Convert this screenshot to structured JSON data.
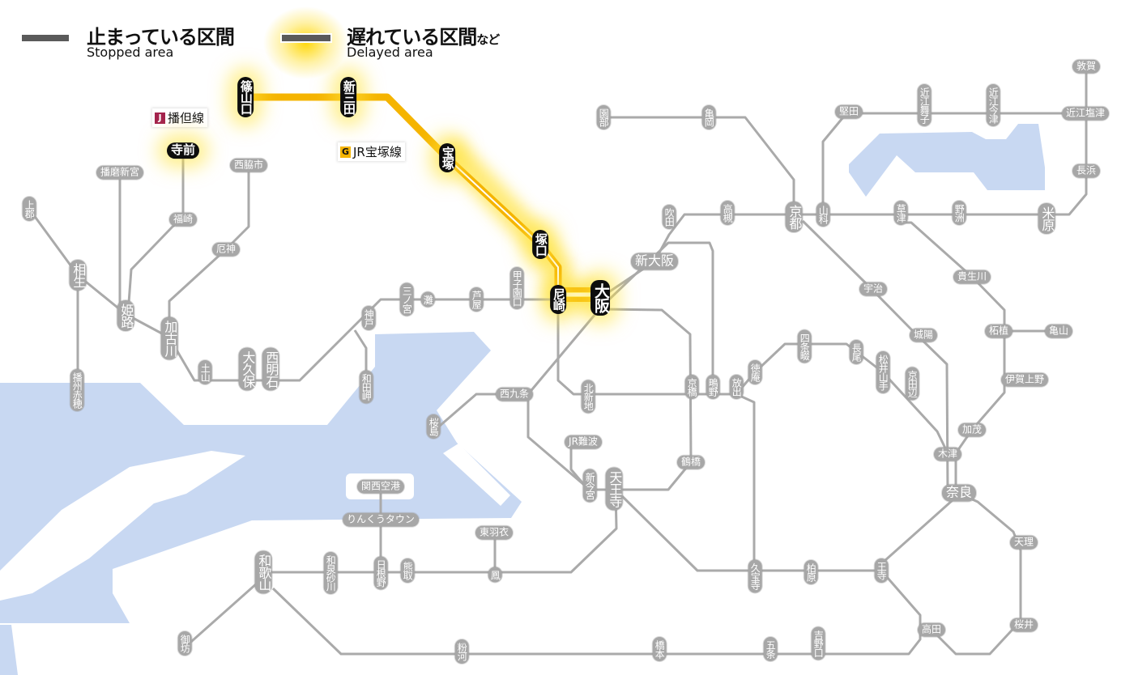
{
  "legend": {
    "stopped_jp": "止まっている区間",
    "stopped_en": "Stopped area",
    "delayed_jp": "遅れている区間",
    "delayed_suffix": "など",
    "delayed_en": "Delayed area"
  },
  "line_tags": {
    "bantan": {
      "code": "J",
      "name": "播但線",
      "color": "#a3234d"
    },
    "takarazuka": {
      "code": "G",
      "name": "JR宝塚線",
      "color": "#f5b400"
    }
  },
  "colors": {
    "line": "#aaaaaa",
    "station": "#a7a7a7",
    "delayed_line": "#f5b400",
    "water": "#c8d8f2",
    "delayed_station": "#0d0d0d"
  },
  "delayed_stations": {
    "sasayamaguchi": "篠山口",
    "shinsanda": "新三田",
    "takarazuka": "宝塚",
    "tsukaguchi": "塚口",
    "amagasaki": "尼崎",
    "osaka": "大阪",
    "teramae": "寺前"
  },
  "stations": {
    "kamigori": "上郡",
    "harimashingu": "播磨新宮",
    "nishiwakishi": "西脇市",
    "fukusaki": "福崎",
    "aioi": "相生",
    "himeji": "姫路",
    "yakujin": "厄神",
    "kakogawa": "加古川",
    "tsuchiyama": "土山",
    "okubo": "大久保",
    "nishiakashi": "西明石",
    "banshuako": "播州赤穂",
    "kobe": "神戸",
    "wadamisaki": "和田岬",
    "sannomiya": "三ノ宮",
    "nada": "灘",
    "ashiya": "芦屋",
    "koshienguchi": "甲子園口",
    "sonobe": "園部",
    "kameoka": "亀岡",
    "katata": "堅田",
    "omimaiko": "近江舞子",
    "omiimazu": "近江今津",
    "omishiotsu": "近江塩津",
    "tsuruga": "敦賀",
    "nagahama": "長浜",
    "suita": "吹田",
    "takatsuki": "高槻",
    "kyoto": "京都",
    "yamashina": "山科",
    "kusatsu": "草津",
    "yasu": "野洲",
    "maibara": "米原",
    "shinosaka": "新大阪",
    "uji": "宇治",
    "kibukawa": "貴生川",
    "joyo": "城陽",
    "tsuge": "柘植",
    "kameyama": "亀山",
    "shijonawate": "四条畷",
    "nagao": "長尾",
    "matsuiyamate": "松井山手",
    "kyotanabe": "京田辺",
    "tokuan": "徳庵",
    "shigino": "鴫野",
    "hanaten": "放出",
    "kyobashi": "京橋",
    "kitashinchi": "北新地",
    "nishikujo": "西九条",
    "sakurajima": "桜島",
    "jrnamba": "JR難波",
    "shinimamiya": "新今宮",
    "tennoji": "天王寺",
    "tsuruhashi": "鶴橋",
    "igaueno": "伊賀上野",
    "kamo": "加茂",
    "kizu": "木津",
    "nara": "奈良",
    "tenri": "天理",
    "sakurai": "桜井",
    "takada": "高田",
    "oji": "王寺",
    "kashiwara": "柏原",
    "kyuhoji": "久宝寺",
    "higashihagoromo": "東羽衣",
    "otori": "鳳",
    "kansaiairport": "関西空港",
    "rinkutown": "りんくうタウン",
    "hineno": "日根野",
    "kumatori": "熊取",
    "izumisunagawa": "和泉砂川",
    "wakayama": "和歌山",
    "gobo": "御坊",
    "kokawa": "粉河",
    "hashimoto": "橋本",
    "gojo": "五条",
    "yoshinoguchi": "吉野口"
  }
}
